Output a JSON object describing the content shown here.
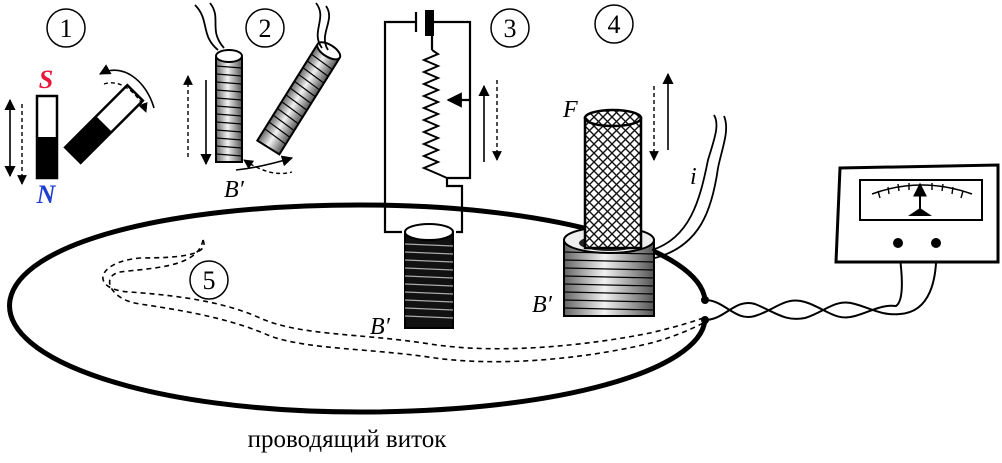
{
  "diagram": {
    "markers": [
      "1",
      "2",
      "3",
      "4",
      "5"
    ],
    "magnet": {
      "pole_top": "S",
      "pole_bottom": "N",
      "pole_top_color": "#e8173c",
      "pole_bottom_color": "#1f3fd0"
    },
    "labels": {
      "b_prime": "B′",
      "f": "F",
      "i": "i"
    },
    "caption": "проводящий виток"
  }
}
